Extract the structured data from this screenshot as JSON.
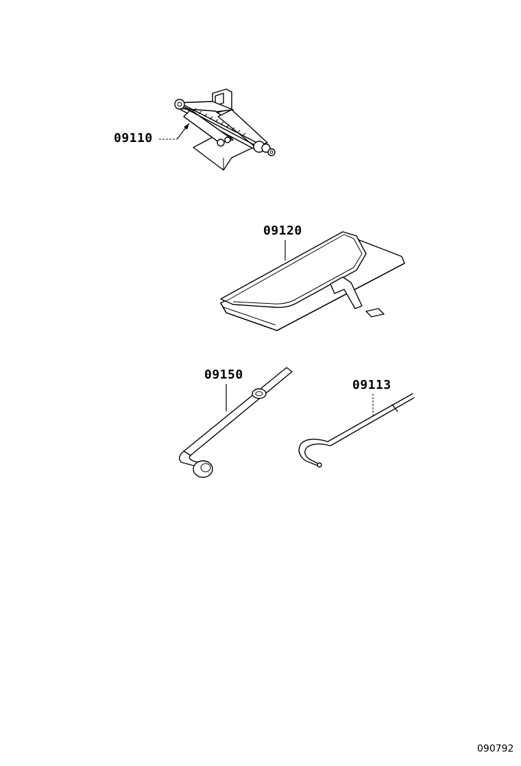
{
  "parts": [
    {
      "number": "09110",
      "name": "jack"
    },
    {
      "number": "09120",
      "name": "tool-bag"
    },
    {
      "number": "09150",
      "name": "lug-wrench"
    },
    {
      "number": "09113",
      "name": "jack-handle"
    }
  ],
  "diagram_id": "090792"
}
